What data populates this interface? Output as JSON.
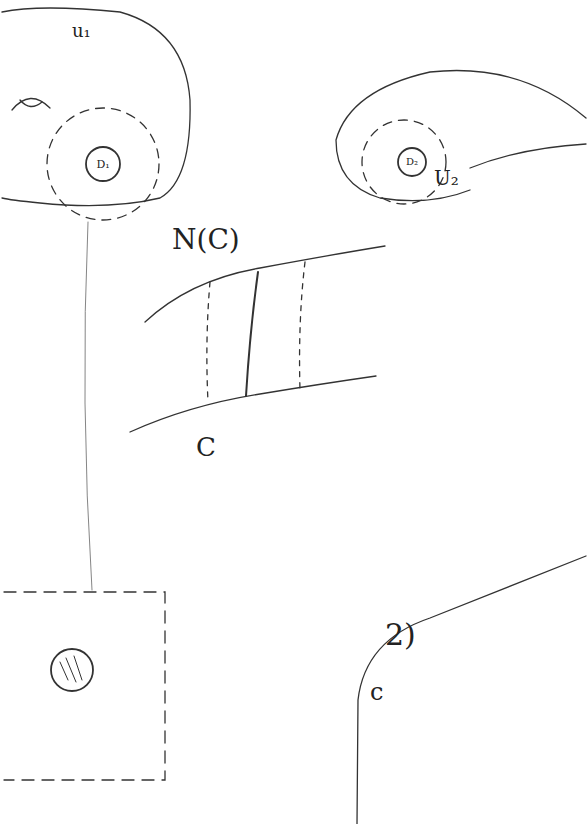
{
  "diagram": {
    "labels": [
      "u₁",
      "D₁",
      "D₂",
      "U₂",
      "N(C)",
      "C",
      "2)",
      "c"
    ]
  }
}
